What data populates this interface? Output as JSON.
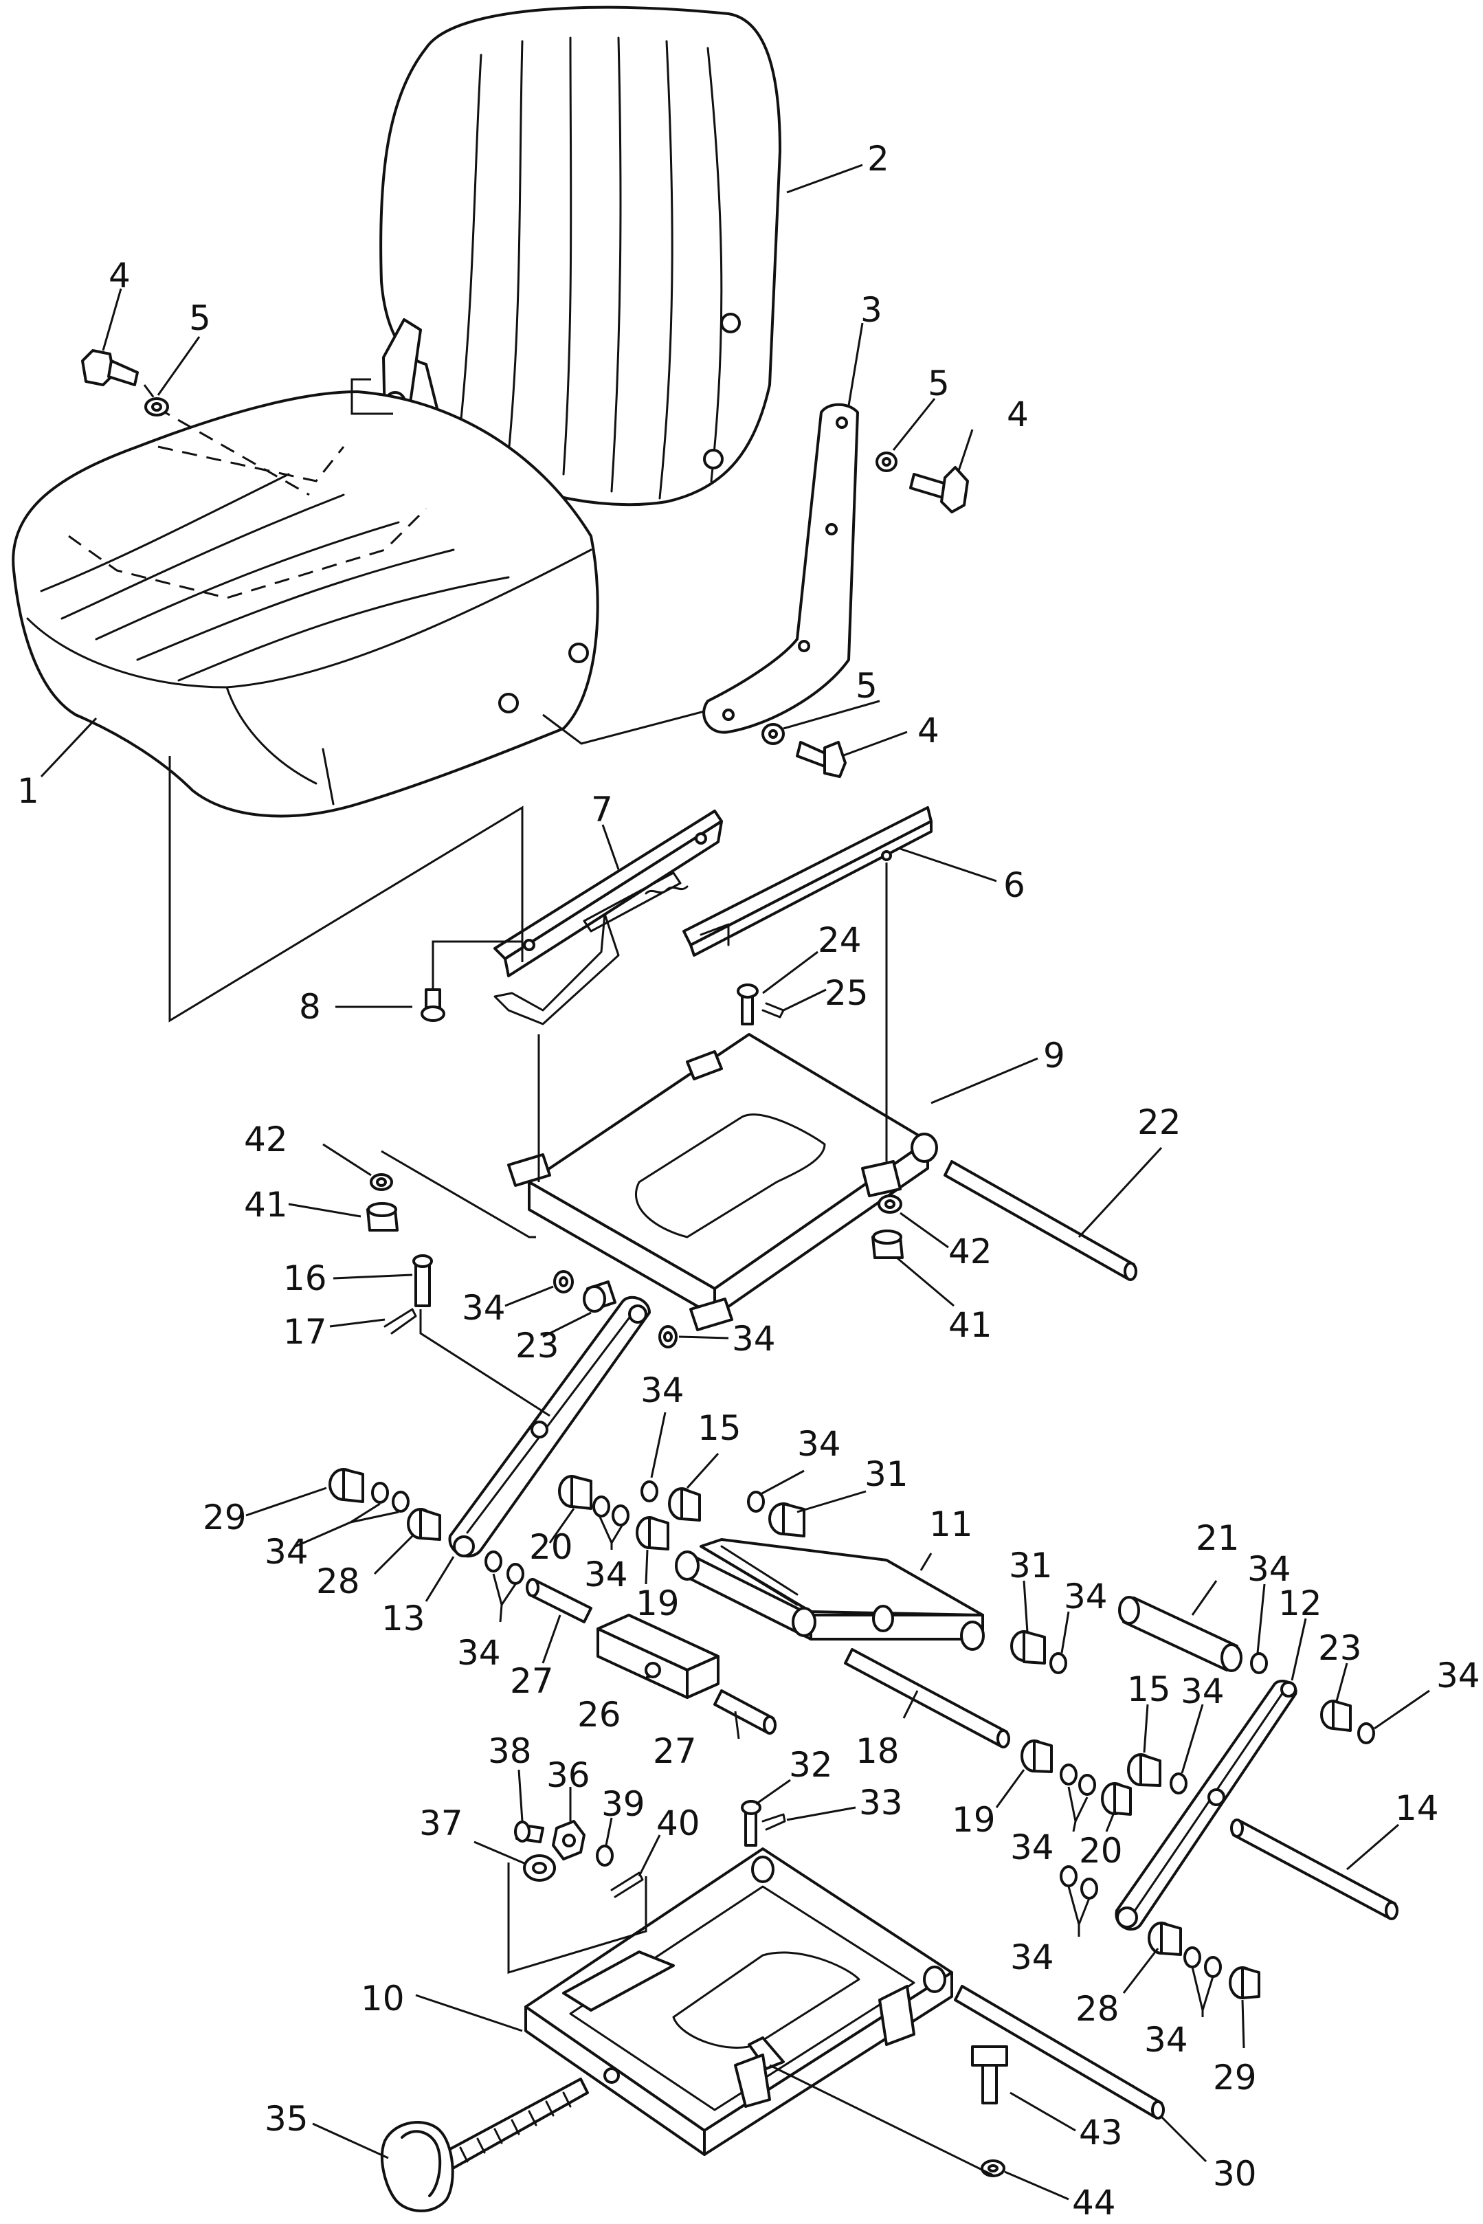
{
  "callouts": [
    {
      "id": "c-1",
      "label": "1"
    },
    {
      "id": "c-2",
      "label": "2"
    },
    {
      "id": "c-3",
      "label": "3"
    },
    {
      "id": "c-4a",
      "label": "4"
    },
    {
      "id": "c-5a",
      "label": "5"
    },
    {
      "id": "c-5b",
      "label": "5"
    },
    {
      "id": "c-4b",
      "label": "4"
    },
    {
      "id": "c-5c",
      "label": "5"
    },
    {
      "id": "c-4c",
      "label": "4"
    },
    {
      "id": "c-7",
      "label": "7"
    },
    {
      "id": "c-6",
      "label": "6"
    },
    {
      "id": "c-8",
      "label": "8"
    },
    {
      "id": "c-24",
      "label": "24"
    },
    {
      "id": "c-25",
      "label": "25"
    },
    {
      "id": "c-9",
      "label": "9"
    },
    {
      "id": "c-42a",
      "label": "42"
    },
    {
      "id": "c-41a",
      "label": "41"
    },
    {
      "id": "c-22",
      "label": "22"
    },
    {
      "id": "c-42b",
      "label": "42"
    },
    {
      "id": "c-41b",
      "label": "41"
    },
    {
      "id": "c-16",
      "label": "16"
    },
    {
      "id": "c-17",
      "label": "17"
    },
    {
      "id": "c-34a",
      "label": "34"
    },
    {
      "id": "c-23a",
      "label": "23"
    },
    {
      "id": "c-34b",
      "label": "34"
    },
    {
      "id": "c-34c",
      "label": "34"
    },
    {
      "id": "c-15a",
      "label": "15"
    },
    {
      "id": "c-34d",
      "label": "34"
    },
    {
      "id": "c-31a",
      "label": "31"
    },
    {
      "id": "c-11",
      "label": "11"
    },
    {
      "id": "c-29a",
      "label": "29"
    },
    {
      "id": "c-34e",
      "label": "34"
    },
    {
      "id": "c-28a",
      "label": "28"
    },
    {
      "id": "c-20a",
      "label": "20"
    },
    {
      "id": "c-34f",
      "label": "34"
    },
    {
      "id": "c-19a",
      "label": "19"
    },
    {
      "id": "c-13",
      "label": "13"
    },
    {
      "id": "c-34g",
      "label": "34"
    },
    {
      "id": "c-27a",
      "label": "27"
    },
    {
      "id": "c-31b",
      "label": "31"
    },
    {
      "id": "c-34h",
      "label": "34"
    },
    {
      "id": "c-21",
      "label": "21"
    },
    {
      "id": "c-34i",
      "label": "34"
    },
    {
      "id": "c-12",
      "label": "12"
    },
    {
      "id": "c-23b",
      "label": "23"
    },
    {
      "id": "c-34j",
      "label": "34"
    },
    {
      "id": "c-15b",
      "label": "15"
    },
    {
      "id": "c-34k",
      "label": "34"
    },
    {
      "id": "c-26",
      "label": "26"
    },
    {
      "id": "c-27b",
      "label": "27"
    },
    {
      "id": "c-18",
      "label": "18"
    },
    {
      "id": "c-38",
      "label": "38"
    },
    {
      "id": "c-36",
      "label": "36"
    },
    {
      "id": "c-32",
      "label": "32"
    },
    {
      "id": "c-37",
      "label": "37"
    },
    {
      "id": "c-39",
      "label": "39"
    },
    {
      "id": "c-40",
      "label": "40"
    },
    {
      "id": "c-33",
      "label": "33"
    },
    {
      "id": "c-19b",
      "label": "19"
    },
    {
      "id": "c-34l",
      "label": "34"
    },
    {
      "id": "c-20b",
      "label": "20"
    },
    {
      "id": "c-14",
      "label": "14"
    },
    {
      "id": "c-34m",
      "label": "34"
    },
    {
      "id": "c-10",
      "label": "10"
    },
    {
      "id": "c-28b",
      "label": "28"
    },
    {
      "id": "c-34n",
      "label": "34"
    },
    {
      "id": "c-29b",
      "label": "29"
    },
    {
      "id": "c-35",
      "label": "35"
    },
    {
      "id": "c-43",
      "label": "43"
    },
    {
      "id": "c-30",
      "label": "30"
    },
    {
      "id": "c-44",
      "label": "44"
    }
  ]
}
